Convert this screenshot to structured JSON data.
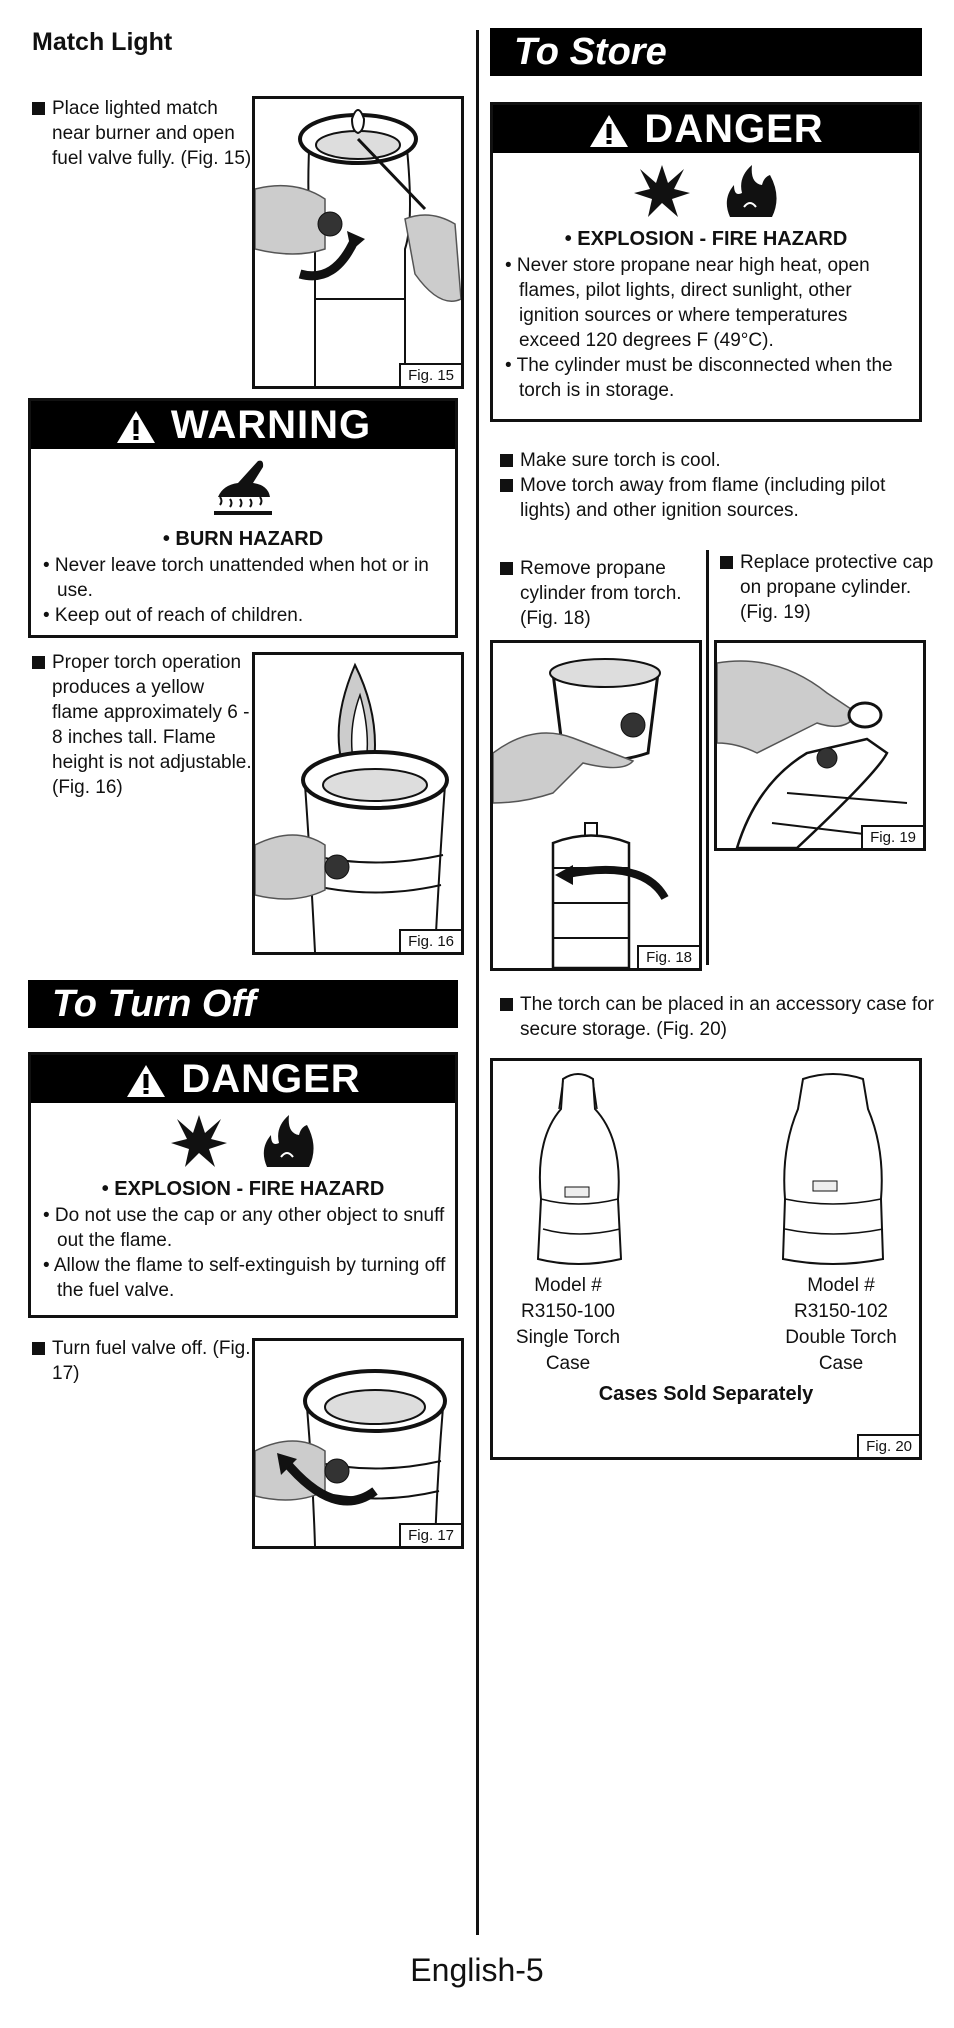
{
  "left": {
    "match_light": {
      "title": "Match Light",
      "text": "Place lighted match near burner and open fuel valve fully. (Fig. 15)",
      "fig": "Fig. 15"
    },
    "warning": {
      "header": "WARNING",
      "hazard": "• BURN HAZARD",
      "items": [
        "• Never leave torch unattended when hot or in use.",
        "• Keep out of reach of children."
      ]
    },
    "proper_operation": {
      "text": "Proper torch operation produces a yellow flame approximately 6 - 8 inches tall.  Flame height is not adjustable. (Fig. 16)",
      "fig": "Fig. 16"
    },
    "turn_off_banner": "To Turn Off",
    "danger": {
      "header": "DANGER",
      "hazard": "• EXPLOSION - FIRE HAZARD",
      "items": [
        "• Do not use the cap or any other object to snuff out the flame.",
        "• Allow the flame to self-extinguish by turning off the fuel valve."
      ]
    },
    "turn_off": {
      "text": "Turn fuel valve off. (Fig. 17)",
      "fig": "Fig. 17"
    }
  },
  "right": {
    "store_banner": "To Store",
    "danger": {
      "header": "DANGER",
      "hazard": "• EXPLOSION - FIRE HAZARD",
      "items": [
        "• Never store propane near high heat, open flames, pilot lights, direct sunlight, other ignition sources or where temperatures exceed 120 degrees F (49°C).",
        "• The cylinder must be disconnected when the torch is in storage."
      ]
    },
    "steps": [
      "Make sure torch is cool.",
      "Move torch away from flame (including pilot lights) and other ignition sources."
    ],
    "remove_cylinder": {
      "text": "Remove propane cylinder from torch. (Fig. 18)",
      "fig": "Fig. 18"
    },
    "replace_cap": {
      "text": "Replace protective cap on propane cylinder.  (Fig. 19)",
      "fig": "Fig. 19"
    },
    "case_text": "The torch can be placed in an accessory case for secure storage. (Fig. 20)",
    "cases": [
      {
        "model": "Model #",
        "number": "R3150-100",
        "name": "Single Torch",
        "kind": "Case"
      },
      {
        "model": "Model #",
        "number": "R3150-102",
        "name": "Double Torch",
        "kind": "Case"
      }
    ],
    "cases_note": "Cases Sold Separately",
    "fig20": "Fig. 20"
  },
  "footer": "English-5"
}
